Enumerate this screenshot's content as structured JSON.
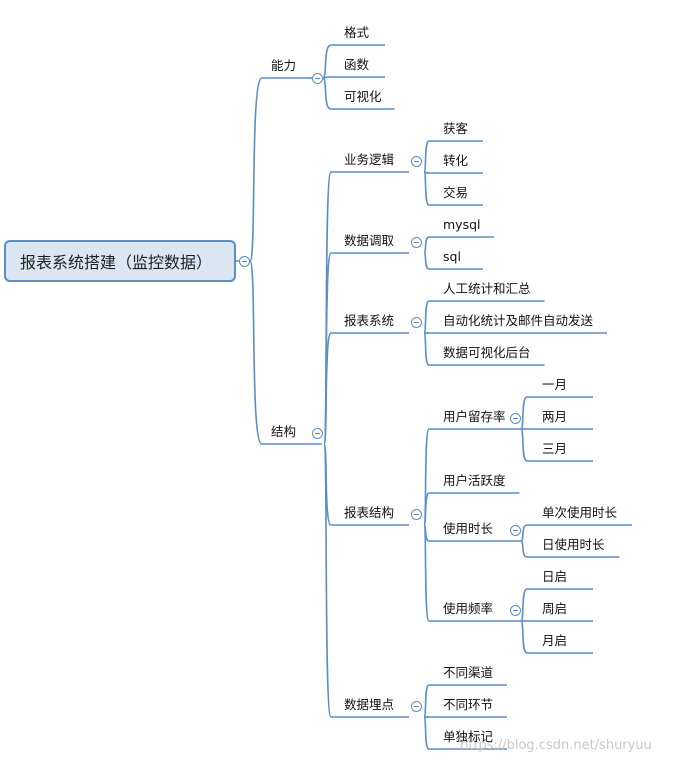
{
  "mindmap": {
    "root": "报表系统搭建（监控数据）",
    "branches": [
      {
        "label": "能力",
        "children": [
          {
            "label": "格式"
          },
          {
            "label": "函数"
          },
          {
            "label": "可视化"
          }
        ]
      },
      {
        "label": "结构",
        "children": [
          {
            "label": "业务逻辑",
            "children": [
              {
                "label": "获客"
              },
              {
                "label": "转化"
              },
              {
                "label": "交易"
              }
            ]
          },
          {
            "label": "数据调取",
            "children": [
              {
                "label": "mysql"
              },
              {
                "label": "sql"
              }
            ]
          },
          {
            "label": "报表系统",
            "children": [
              {
                "label": "人工统计和汇总"
              },
              {
                "label": "自动化统计及邮件自动发送"
              },
              {
                "label": "数据可视化后台"
              }
            ]
          },
          {
            "label": "报表结构",
            "children": [
              {
                "label": "用户留存率",
                "children": [
                  {
                    "label": "一月"
                  },
                  {
                    "label": "两月"
                  },
                  {
                    "label": "三月"
                  }
                ]
              },
              {
                "label": "用户活跃度"
              },
              {
                "label": "使用时长",
                "children": [
                  {
                    "label": "单次使用时长"
                  },
                  {
                    "label": "日使用时长"
                  }
                ]
              },
              {
                "label": "使用频率",
                "children": [
                  {
                    "label": "日启"
                  },
                  {
                    "label": "周启"
                  },
                  {
                    "label": "月启"
                  }
                ]
              }
            ]
          },
          {
            "label": "数据埋点",
            "children": [
              {
                "label": "不同渠道"
              },
              {
                "label": "不同环节"
              },
              {
                "label": "单独标记"
              }
            ]
          }
        ]
      }
    ]
  },
  "watermark": "https://blog.csdn.net/shuryuu",
  "colors": {
    "line": "#5b8ec6",
    "root_fill": "#dce6f2"
  }
}
